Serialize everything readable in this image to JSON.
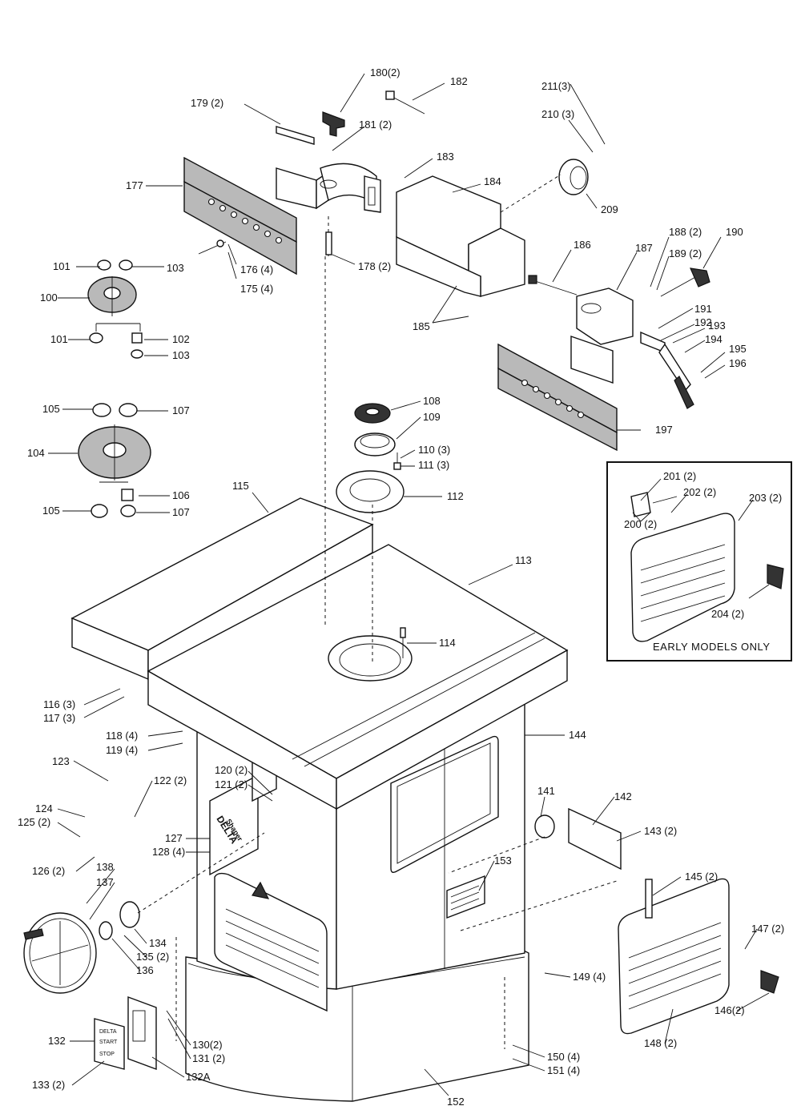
{
  "diagram": {
    "note_early_models": "EARLY MODELS ONLY",
    "brand_label": "DELTA",
    "product_label": "Shaper",
    "switch_labels": {
      "top": "DELTA",
      "start": "START",
      "stop": "STOP"
    },
    "part_labels": [
      "180(2)",
      "182",
      "179 (2)",
      "181 (2)",
      "211(3)",
      "210 (3)",
      "183",
      "184",
      "177",
      "209",
      "101",
      "103",
      "176 (4)",
      "175 (4)",
      "178 (2)",
      "186",
      "187",
      "188 (2)",
      "190",
      "189 (2)",
      "100",
      "185",
      "191",
      "192",
      "193",
      "194",
      "101",
      "102",
      "103",
      "195",
      "196",
      "108",
      "105",
      "107",
      "109",
      "197",
      "110 (3)",
      "104",
      "111 (3)",
      "106",
      "112",
      "201 (2)",
      "105",
      "107",
      "202 (2)",
      "203 (2)",
      "115",
      "200 (2)",
      "113",
      "114",
      "204 (2)",
      "116 (3)",
      "117 (3)",
      "118 (4)",
      "119 (4)",
      "144",
      "123",
      "122 (2)",
      "120 (2)",
      "121 (2)",
      "124",
      "125 (2)",
      "141",
      "142",
      "127",
      "143 (2)",
      "128 (4)",
      "126 (2)",
      "153",
      "138",
      "137",
      "145 (2)",
      "134",
      "135 (2)",
      "136",
      "147 (2)",
      "149 (4)",
      "146(2)",
      "132",
      "130(2)",
      "131 (2)",
      "148 (2)",
      "133 (2)",
      "132A",
      "150 (4)",
      "151 (4)",
      "152"
    ]
  }
}
